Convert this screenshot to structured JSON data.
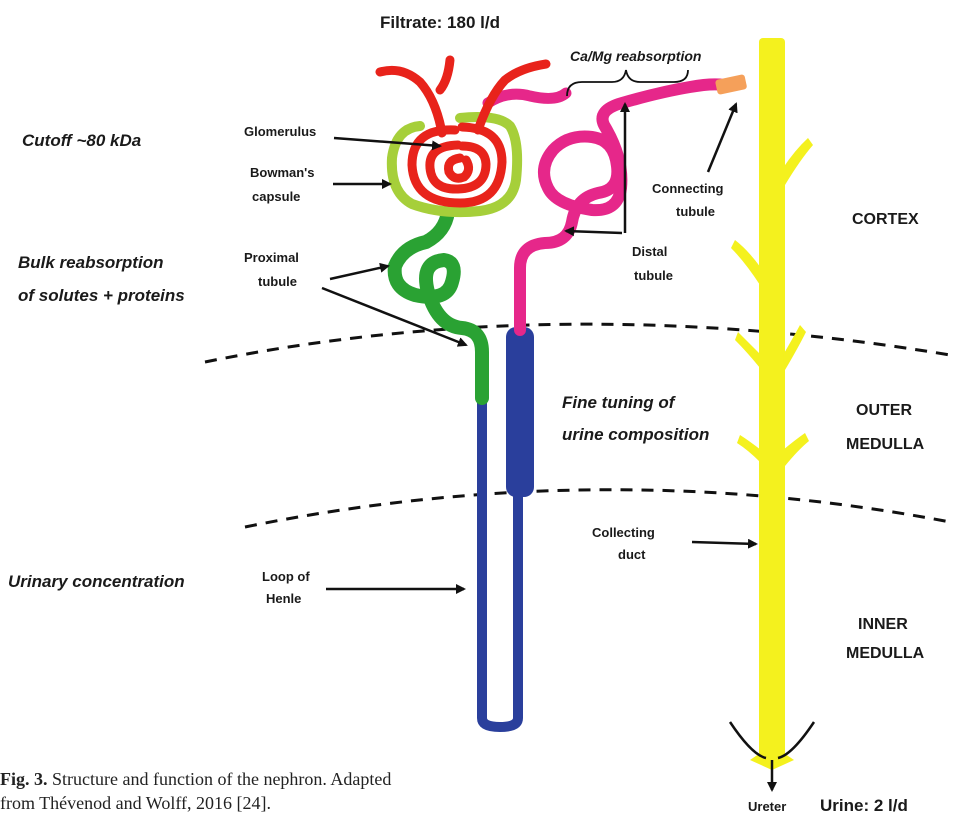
{
  "header": {
    "filtrate": "Filtrate: 180 l/d"
  },
  "functions": {
    "cutoff": "Cutoff ~80 kDa",
    "bulk_line1": "Bulk reabsorption",
    "bulk_line2": "of solutes + proteins",
    "fine_line1": "Fine tuning of",
    "fine_line2": "urine composition",
    "urinary": "Urinary concentration",
    "ca_mg": "Ca/Mg reabsorption"
  },
  "structures": {
    "glomerulus": "Glomerulus",
    "bowman_line1": "Bowman's",
    "bowman_line2": "capsule",
    "proximal_line1": "Proximal",
    "proximal_line2": "tubule",
    "distal_line1": "Distal",
    "distal_line2": "tubule",
    "connecting_line1": "Connecting",
    "connecting_line2": "tubule",
    "collecting_line1": "Collecting",
    "collecting_line2": "duct",
    "loop_line1": "Loop of",
    "loop_line2": "Henle",
    "ureter": "Ureter"
  },
  "zones": {
    "cortex": "CORTEX",
    "outer_line1": "OUTER",
    "outer_line2": "MEDULLA",
    "inner_line1": "INNER",
    "inner_line2": "MEDULLA"
  },
  "footer": {
    "urine": "Urine: 2 l/d"
  },
  "caption": {
    "fig": "Fig. 3.",
    "line1_rest": " Structure and function of the nephron. Adapted",
    "line2": "from Thévenod and Wolff, 2016 [24]."
  },
  "colors": {
    "glomerulus": "#e8231b",
    "bowman": "#a6cf3a",
    "proximal": "#2aa233",
    "distal": "#e6278a",
    "loop": "#2a3f9c",
    "connecting": "#f5a05a",
    "collecting": "#f4f11e"
  }
}
